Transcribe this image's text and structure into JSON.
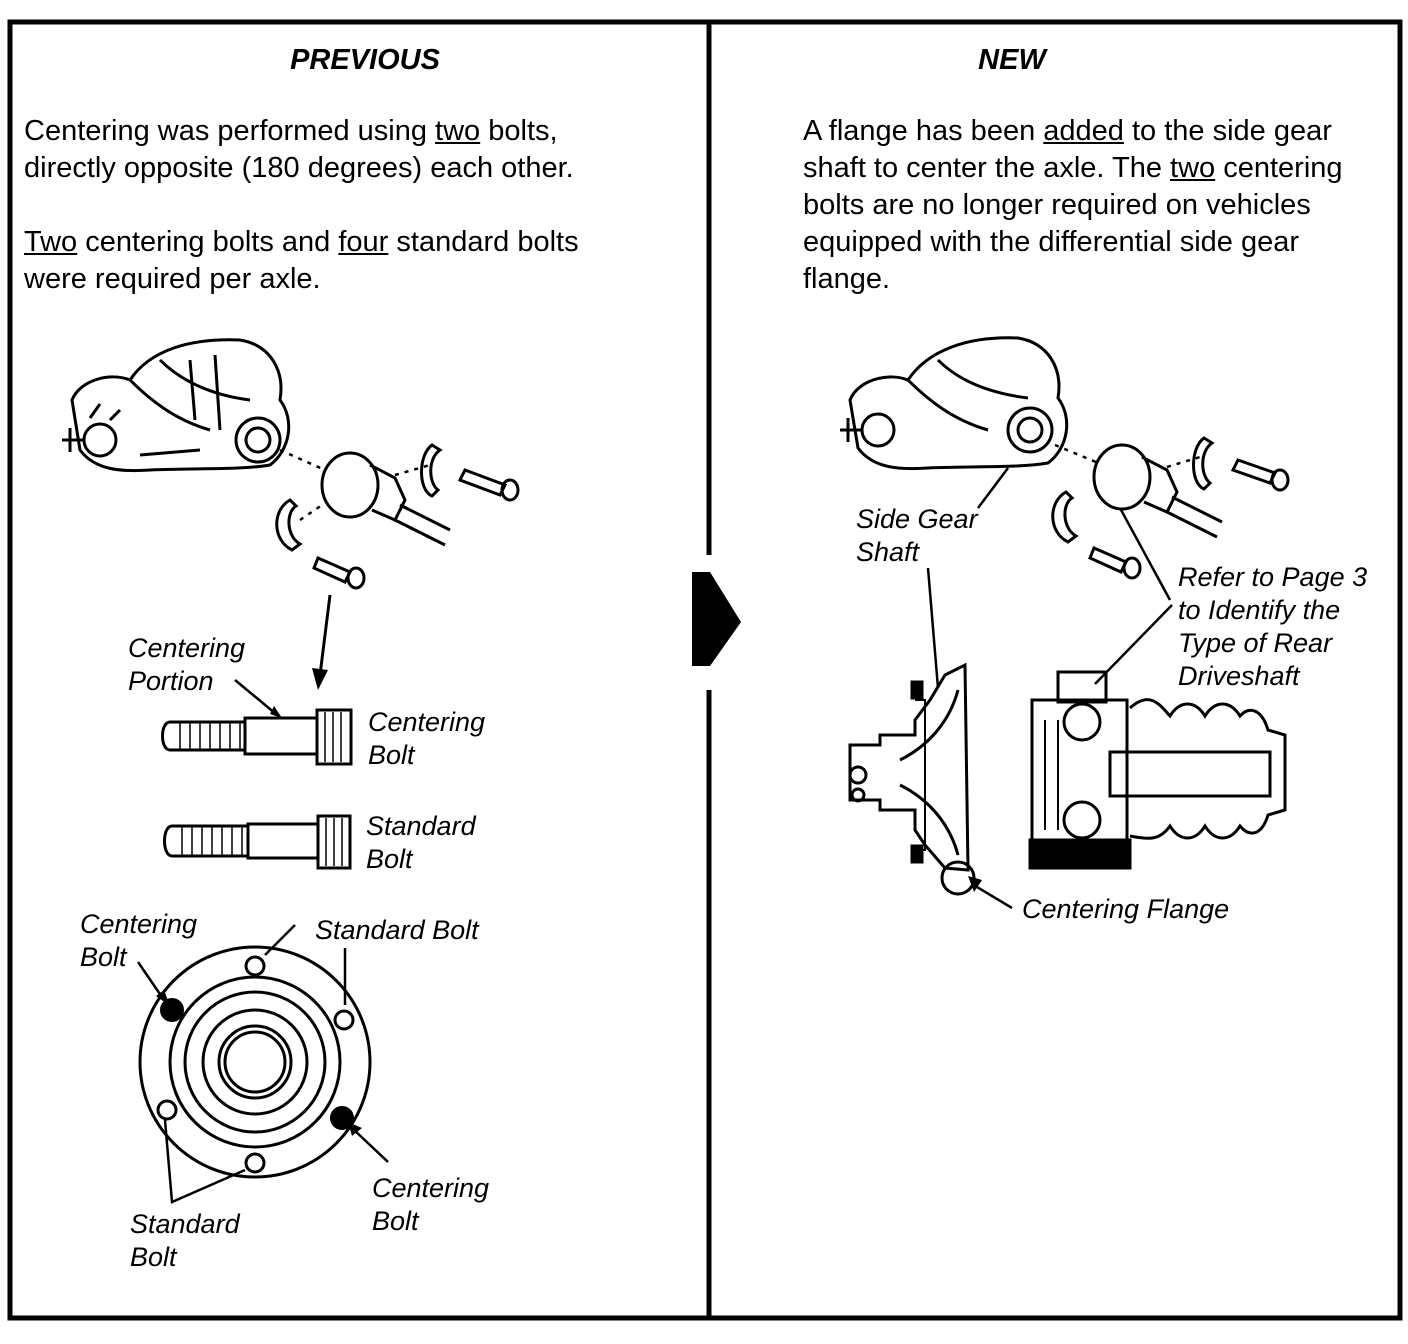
{
  "left": {
    "heading": "PREVIOUS",
    "para1": {
      "a": "Centering was performed using ",
      "u": "two",
      "b": " bolts,",
      "line2": "directly opposite (180 degrees) each other."
    },
    "para2": {
      "u1": "Two",
      "a": " centering bolts and ",
      "u2": "four",
      "b": " standard bolts",
      "line2": "were required per axle."
    },
    "labels": {
      "centering_portion_1": "Centering",
      "centering_portion_2": "Portion",
      "centering_bolt_1": "Centering",
      "centering_bolt_2": "Bolt",
      "standard_bolt_1": "Standard",
      "standard_bolt_2": "Bolt",
      "flange_centering_bolt_1": "Centering",
      "flange_centering_bolt_2": "Bolt",
      "flange_standard_bolt_top": "Standard Bolt",
      "flange_centering_bolt_r1": "Centering",
      "flange_centering_bolt_r2": "Bolt",
      "flange_standard_bolt_b1": "Standard",
      "flange_standard_bolt_b2": "Bolt"
    }
  },
  "right": {
    "heading": "NEW",
    "para": {
      "l1a": "A flange has been ",
      "l1u": "added",
      "l1b": " to the side gear",
      "l2a": "shaft to center the axle. The ",
      "l2u": "two",
      "l2b": " centering",
      "l3": "bolts are no longer required on vehicles",
      "l4": "equipped with the differential side gear",
      "l5": "flange."
    },
    "labels": {
      "side_gear_1": "Side Gear",
      "side_gear_2": "Shaft",
      "refer_1": "Refer to Page 3",
      "refer_2": "to Identify the",
      "refer_3": "Type of Rear",
      "refer_4": "Driveshaft",
      "centering_flange": "Centering Flange"
    }
  },
  "colors": {
    "ink": "#000000",
    "paper": "#ffffff"
  }
}
